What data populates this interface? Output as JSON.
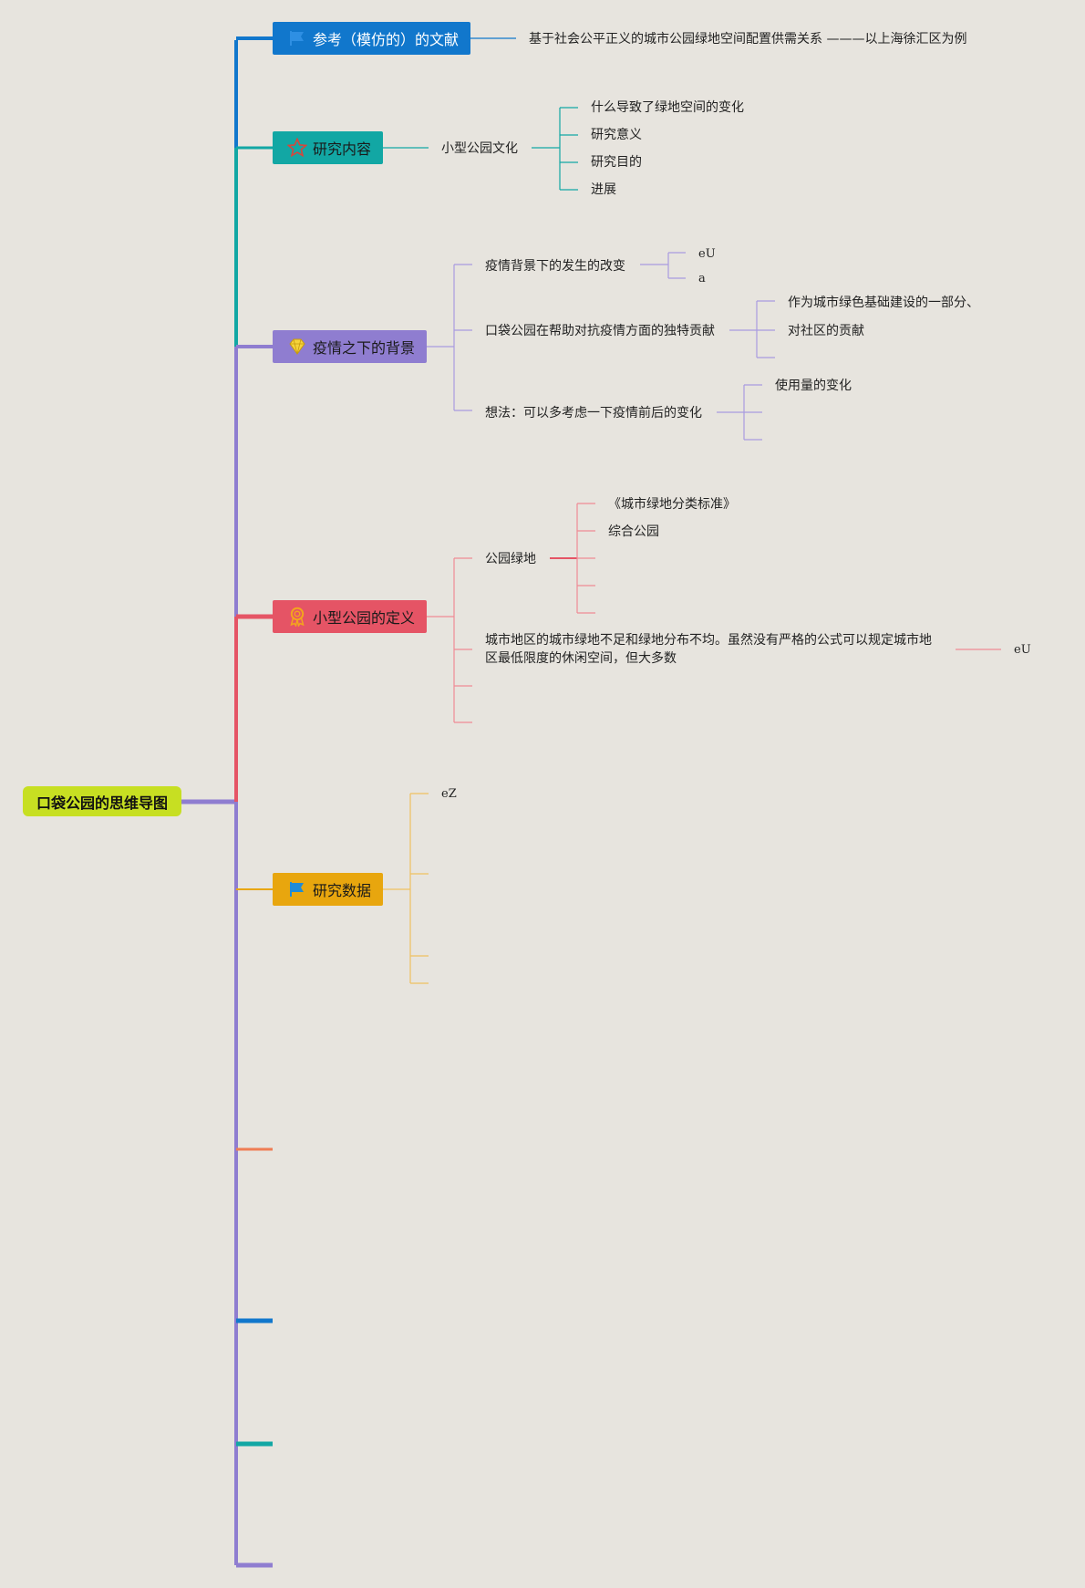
{
  "root": {
    "label": "口袋公园的思维导图",
    "color": "#c7df22"
  },
  "branches": [
    {
      "label": "参考（模仿的）的文献",
      "color": "#1177cc",
      "icon": "flag-icon",
      "child": "基于社会公平正义的城市公园绿地空间配置供需关系 ———以上海徐汇区为例"
    },
    {
      "label": "研究内容",
      "color": "#12a7a4",
      "icon": "star-icon",
      "child": "小型公园文化",
      "leaves": [
        "什么导致了绿地空间的变化",
        "研究意义",
        "研究目的",
        "进展"
      ]
    },
    {
      "label": "疫情之下的背景",
      "color": "#8f7dd0",
      "icon": "diamond-icon",
      "children": [
        {
          "label": "疫情背景下的发生的改变",
          "leaves": [
            "eU",
            "a"
          ]
        },
        {
          "label": "口袋公园在帮助对抗疫情方面的独特贡献",
          "leaves": [
            "作为城市绿色基础建设的一部分、",
            "对社区的贡献"
          ]
        },
        {
          "label": "想法：可以多考虑一下疫情前后的变化",
          "leaves": [
            "使用量的变化"
          ]
        }
      ]
    },
    {
      "label": "小型公园的定义",
      "color": "#e55465",
      "icon": "award-icon",
      "children": [
        {
          "label": "公园绿地",
          "leaves": [
            "《城市绿地分类标准》",
            "综合公园"
          ]
        },
        {
          "label": "城市地区的城市绿地不足和绿地分布不均。虽然没有严格的公式可以规定城市地区最低限度的休闲空间，但大多数",
          "leaves": [
            "eU"
          ]
        }
      ]
    },
    {
      "label": "研究数据",
      "color": "#e8a60e",
      "icon": "flag-icon",
      "leaves": [
        "eZ"
      ]
    }
  ],
  "colors": {
    "trunk_purple": "#8f7dd0",
    "orange": "#ef7d54",
    "blue": "#1177cc",
    "teal": "#12a7a4",
    "red": "#e55465",
    "gold": "#e8a60e",
    "lavender": "#a99be0",
    "pink": "#ef8a95",
    "yellow": "#efc060"
  }
}
